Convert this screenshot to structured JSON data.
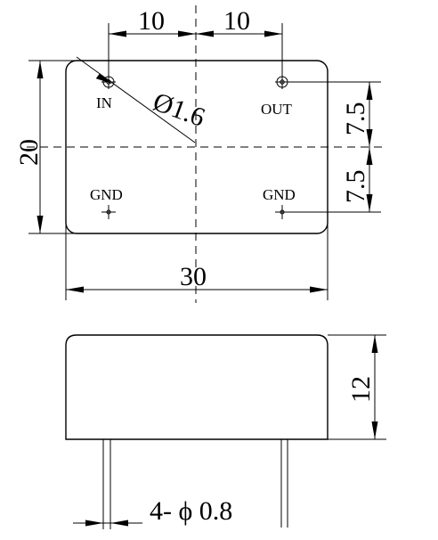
{
  "top_view": {
    "dim_pin_spacing_left": "10",
    "dim_pin_spacing_right": "10",
    "dim_height": "20",
    "dim_width": "30",
    "dim_pin_offset_upper": "7.5",
    "dim_pin_offset_lower": "7.5",
    "dim_hole_diameter": "Ø1.6",
    "pin_labels": {
      "in": "IN",
      "out": "OUT",
      "gnd_left": "GND",
      "gnd_right": "GND"
    }
  },
  "side_view": {
    "dim_body_height": "12",
    "dim_pin_diameter": "4- ϕ 0.8"
  }
}
